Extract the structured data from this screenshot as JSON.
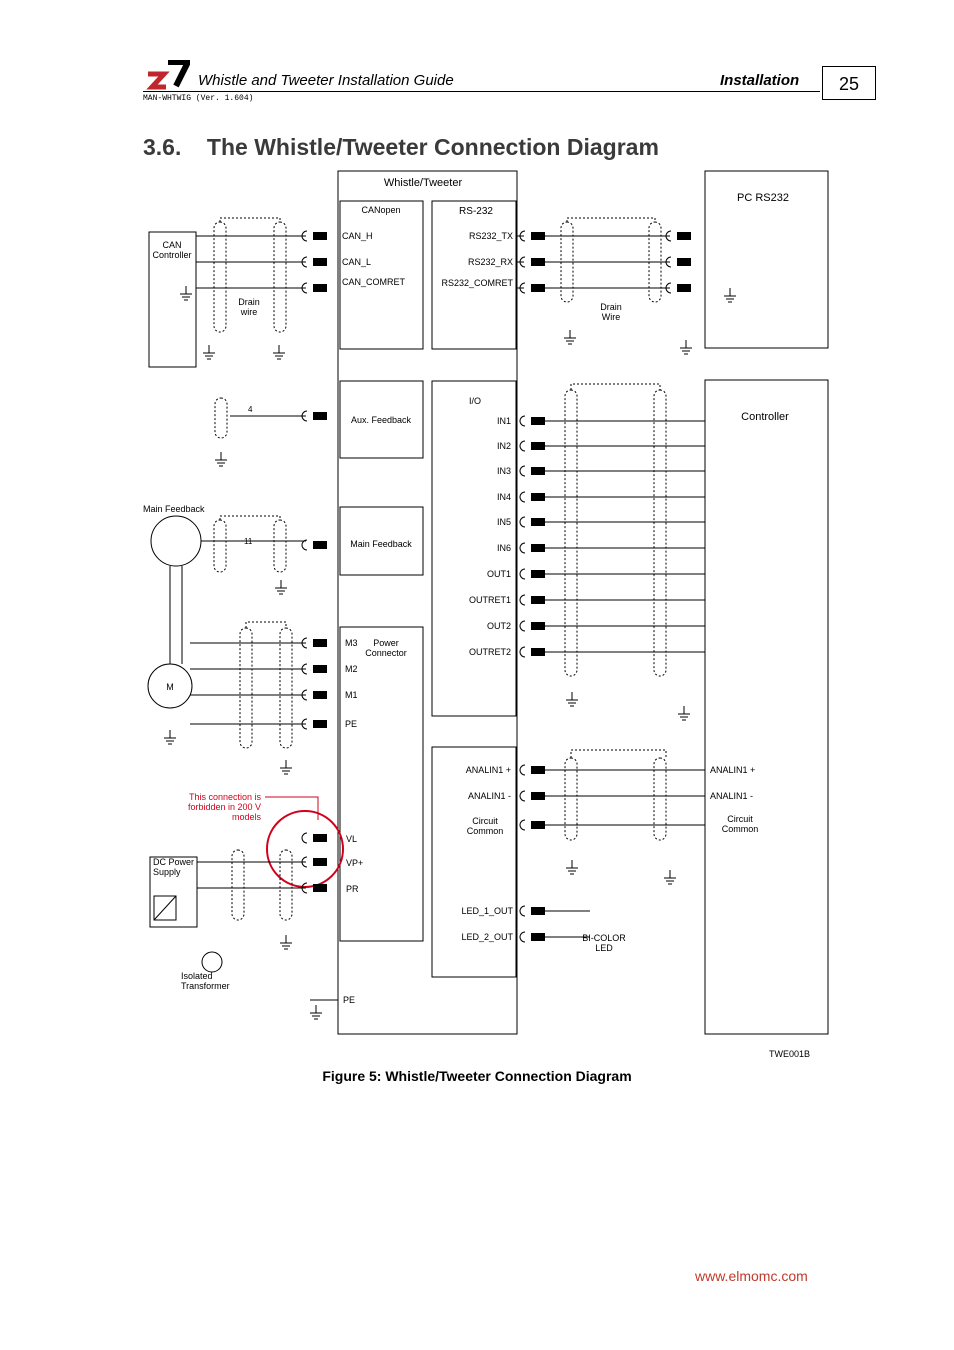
{
  "header": {
    "doc_title": "Whistle and Tweeter Installation Guide",
    "section": "Installation",
    "page_number": "25",
    "version": "MAN-WHTWIG (Ver. 1.604)"
  },
  "section_title": "3.6.    The Whistle/Tweeter Connection Diagram",
  "diagram": {
    "drive_title": "Whistle/Tweeter",
    "canopen": {
      "title": "CANopen",
      "pins": [
        "CAN_H",
        "CAN_L",
        "CAN_COMRET"
      ]
    },
    "can_controller": "CAN\nController",
    "drain_wire_left": "Drain\nwire",
    "rs232": {
      "title": "RS-232",
      "pins": [
        "RS232_TX",
        "RS232_RX",
        "RS232_COMRET"
      ]
    },
    "pc": "PC RS232",
    "drain_wire_right": "Drain\nWire",
    "aux_feedback": "Aux. Feedback",
    "aux_count": "4",
    "main_feedback_box": "Main Feedback",
    "main_feedback_label": "Main Feedback",
    "main_count": "11",
    "io": {
      "title": "I/O",
      "pins": [
        "IN1",
        "IN2",
        "IN3",
        "IN4",
        "IN5",
        "IN6",
        "OUT1",
        "OUTRET1",
        "OUT2",
        "OUTRET2"
      ]
    },
    "controller": "Controller",
    "power": {
      "title": "Power\nConnector",
      "pins": [
        "M3",
        "M2",
        "M1",
        "PE",
        "VL",
        "VP+",
        "PR"
      ]
    },
    "motor": "M",
    "warning": "This connection is\nforbidden in 200 V\nmodels",
    "dc_supply": "DC Power\nSupply",
    "transformer": "Isolated\nTransformer",
    "analog": {
      "pins": [
        "ANALIN1 +",
        "ANALIN1 -"
      ],
      "common": "Circuit\nCommon"
    },
    "ctrl_analog": [
      "ANALIN1 +",
      "ANALIN1 -"
    ],
    "ctrl_common": "Circuit\nCommon",
    "led_pins": [
      "LED_1_OUT",
      "LED_2_OUT"
    ],
    "led_label": "BI-COLOR\nLED",
    "pe_bottom": "PE",
    "code": "TWE001B"
  },
  "caption": "Figure 5: Whistle/Tweeter Connection Diagram",
  "footer": "www.elmomc.com"
}
